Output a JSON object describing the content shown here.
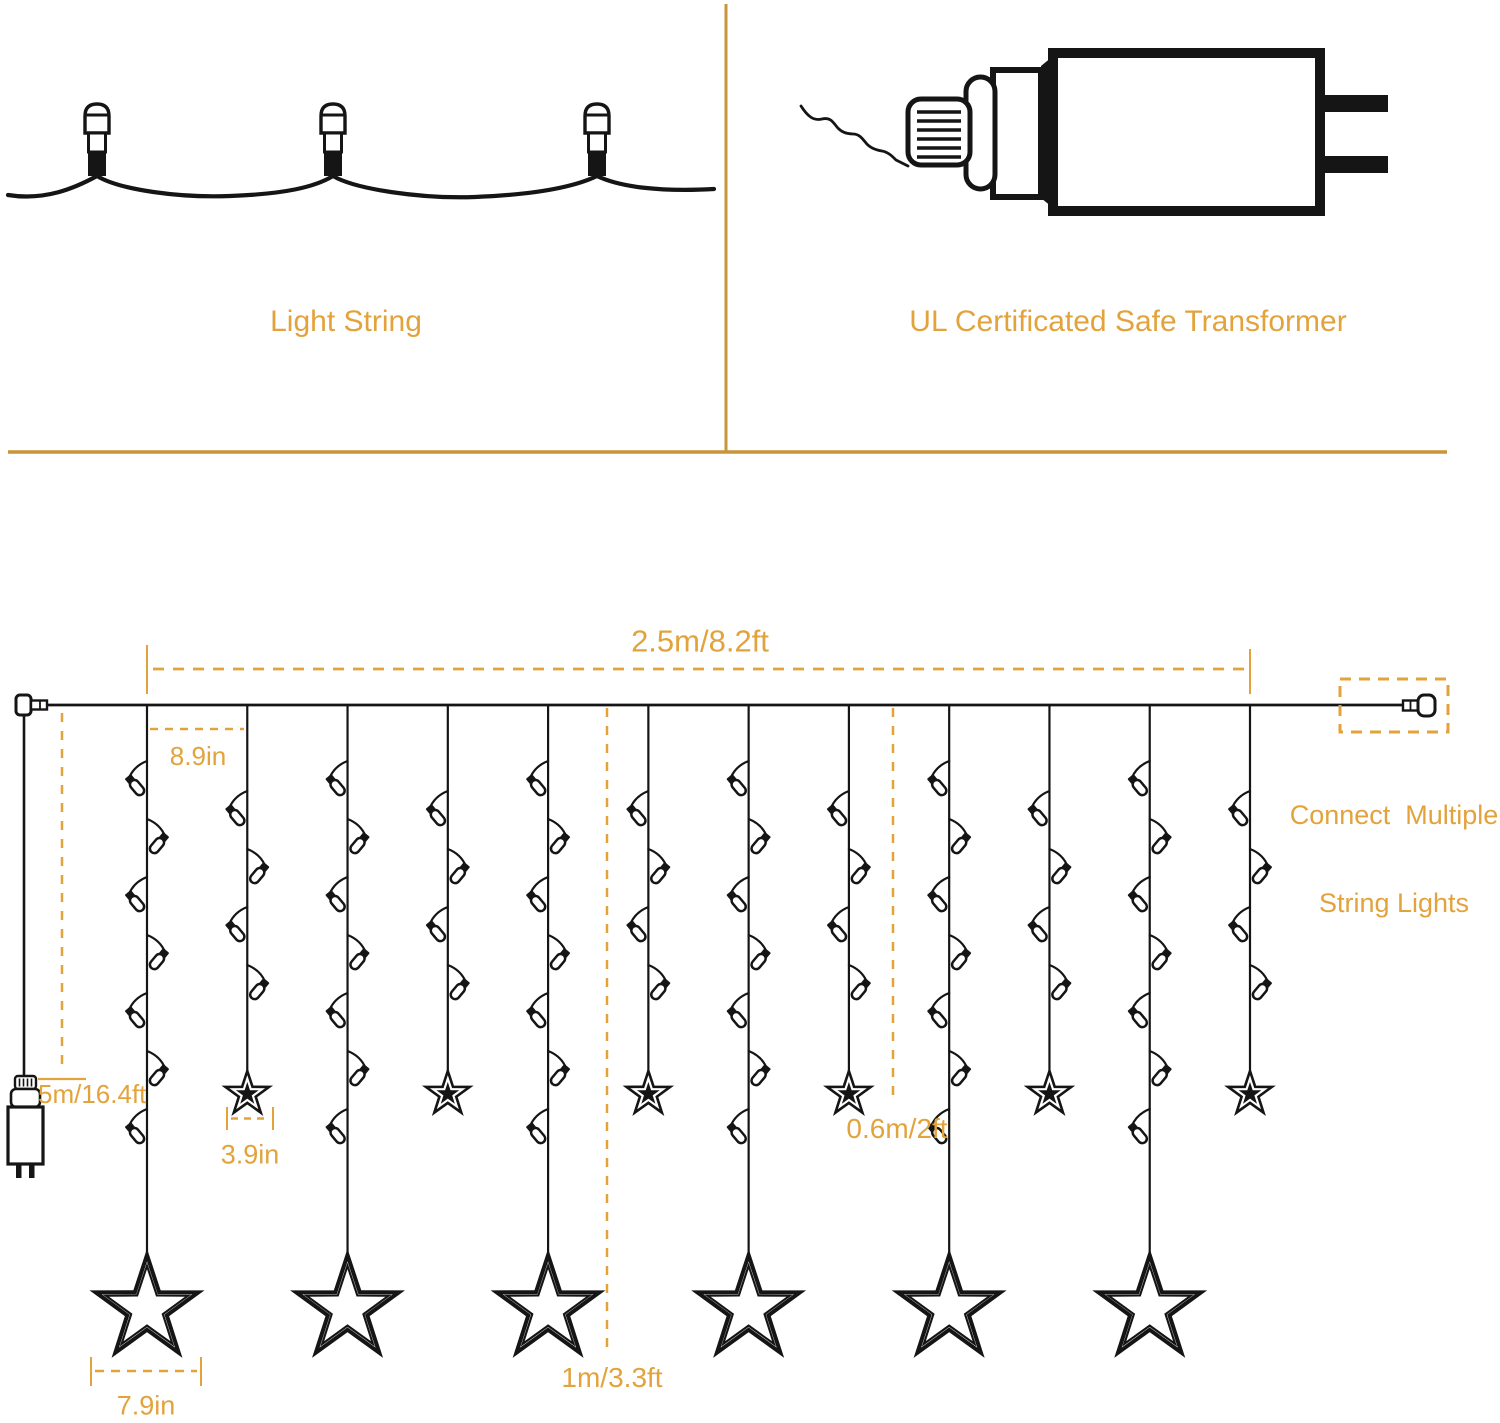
{
  "colors": {
    "accent": "#E2A33C",
    "divider": "#C8953A",
    "line": "#151515",
    "background": "#ffffff"
  },
  "panels": {
    "light_string": {
      "caption": "Light String"
    },
    "transformer": {
      "caption": "UL Certificated Safe Transformer"
    }
  },
  "curtain": {
    "drop_count": 12,
    "bulbs_per_long_drop": 7,
    "bulbs_per_short_drop": 4,
    "big_star_count": 6,
    "small_star_count": 6,
    "measurements": {
      "total_width": "2.5m/8.2ft",
      "drop_spacing": "8.9in",
      "lead_wire": "5m/16.4ft",
      "small_star_width": "3.9in",
      "short_drop_length": "0.6m/2ft",
      "long_drop_length": "1m/3.3ft",
      "big_star_width": "7.9in"
    },
    "connector_note": {
      "line1": "Connect  Multiple",
      "line2": "String Lights"
    }
  }
}
